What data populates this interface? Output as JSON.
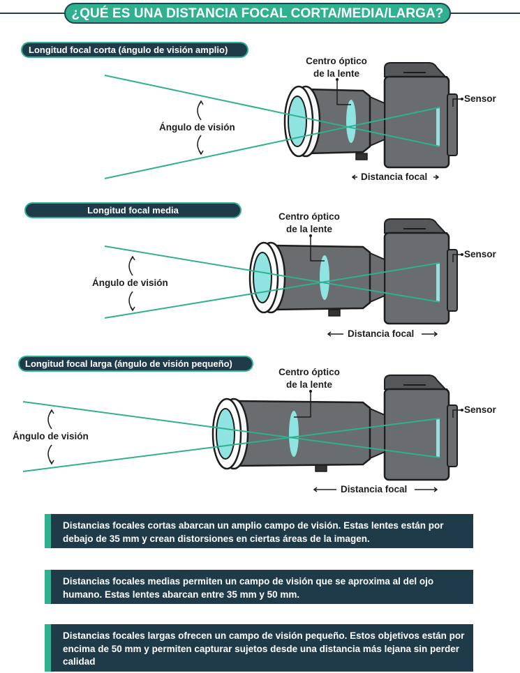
{
  "title": "¿QUÉ ES UNA DISTANCIA FOCAL CORTA/MEDIA/LARGA?",
  "sections": [
    {
      "label": "Longitud focal corta (ángulo de visión amplio)",
      "optical_center": "Centro óptico\nde la lente",
      "sensor": "Sensor",
      "angle": "Ángulo de visión",
      "focal_distance": "Distancia focal"
    },
    {
      "label": "Longitud focal media",
      "optical_center": "Centro óptico\nde la lente",
      "sensor": "Sensor",
      "angle": "Ángulo de visión",
      "focal_distance": "Distancia focal"
    },
    {
      "label": "Longitud focal larga (ángulo de visión pequeño)",
      "optical_center": "Centro óptico\nde la lente",
      "sensor": "Sensor",
      "angle": "Ángulo de visión",
      "focal_distance": "Distancia focal"
    }
  ],
  "notes": [
    "Distancias focales cortas abarcan un amplio campo de visión. Estas lentes están por debajo de 35 mm y crean distorsiones en ciertas áreas de la imagen.",
    "Distancias focales medias permiten un campo de visión que se aproxima al del ojo humano. Estas lentes abarcan entre 35 mm y 50 mm.",
    "Distancias focales largas ofrecen un campo de visión pequeño. Estos objetivos están por encima de 50 mm y permiten capturar sujetos desde una distancia más lejana sin perder calidad"
  ],
  "colors": {
    "accent": "#2fb08f",
    "dark": "#1f3b4a",
    "lens_glass": "#8fe3e0",
    "camera_body": "#6a6d70",
    "outline": "#1d1d1d"
  }
}
